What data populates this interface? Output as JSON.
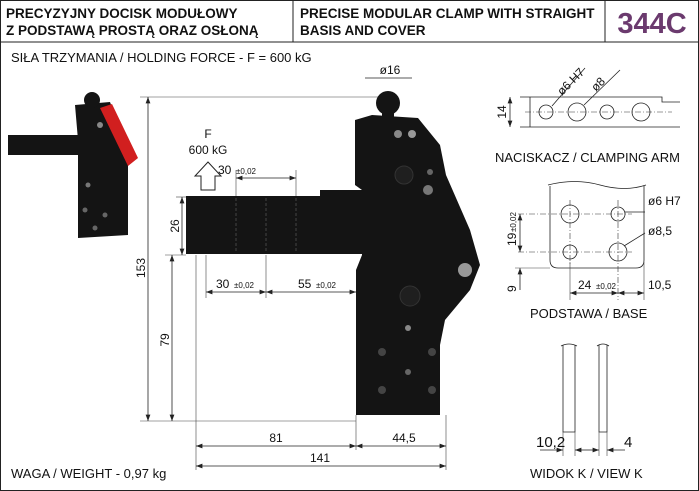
{
  "header": {
    "title_pl_line1": "PRECYZYJNY DOCISK MODUŁOWY",
    "title_pl_line2": "Z PODSTAWĄ PROSTĄ ORAZ OSŁONĄ",
    "title_en_line1": "PRECISE MODULAR CLAMP WITH STRAIGHT",
    "title_en_line2": "BASIS AND COVER",
    "code": "344C",
    "code_color": "#6b3a6e"
  },
  "holding_force": "SIŁA TRZYMANIA / HOLDING FORCE - F = 600 kG",
  "weight": "WAGA / WEIGHT - 0,97 kg",
  "force_arrow": {
    "label": "F",
    "value": "600 kG"
  },
  "dimensions": {
    "knob_dia": "ø16",
    "d153": "153",
    "d79": "79",
    "d26": "26",
    "d30_top": "30",
    "d30_top_tol": "±0,02",
    "d30_bottom": "30",
    "d30_bottom_tol": "±0,02",
    "d55": "55",
    "d55_tol": "±0,02",
    "d81": "81",
    "d44_5": "44,5",
    "d141": "141"
  },
  "clamping_arm": {
    "label": "NACISKACZ / CLAMPING ARM",
    "d14": "14",
    "hole1": "ø6 H7",
    "hole2": "ø8"
  },
  "base": {
    "label": "PODSTAWA / BASE",
    "hole1": "ø6 H7",
    "hole2": "ø8,5",
    "d19": "19",
    "d19_tol": "±0,02",
    "d9": "9",
    "d24": "24",
    "d24_tol": "±0,02",
    "d10_5": "10,5"
  },
  "view_k": {
    "label": "WIDOK K / VIEW K",
    "d10_2": "10,2",
    "d4": "4"
  },
  "accent_red": "#d11f1f"
}
